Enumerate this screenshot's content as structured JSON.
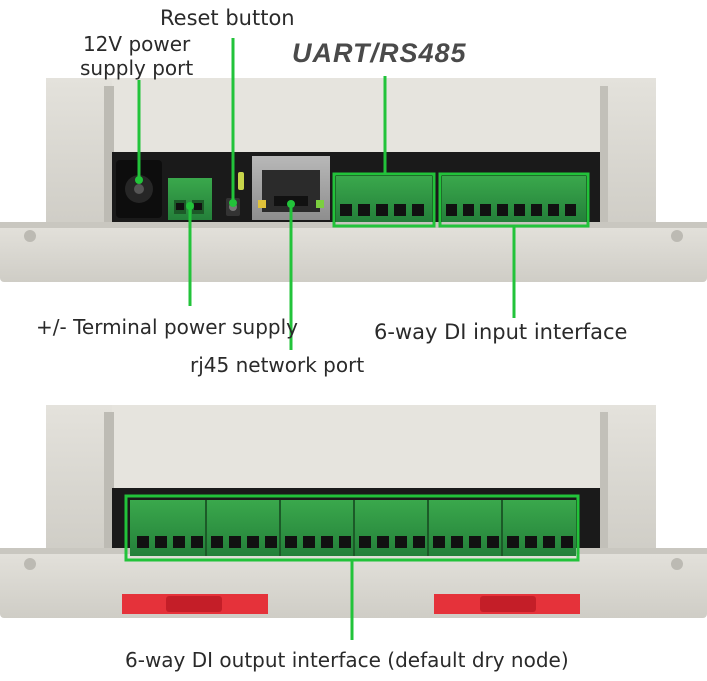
{
  "labels": {
    "reset": "Reset button",
    "power_line1": "12V power",
    "power_line2": "supply port",
    "uart": "UART/RS485",
    "terminal_power": "+/- Terminal power supply",
    "di_input": "6-way DI input interface",
    "rj45": "rj45 network port",
    "do_output": "6-way DI output interface (default dry node)"
  },
  "colors": {
    "callout": "#22c33a",
    "enclosure": "#dcdad3",
    "terminal": "#2e9a40",
    "rail_clip": "#e5323a"
  }
}
